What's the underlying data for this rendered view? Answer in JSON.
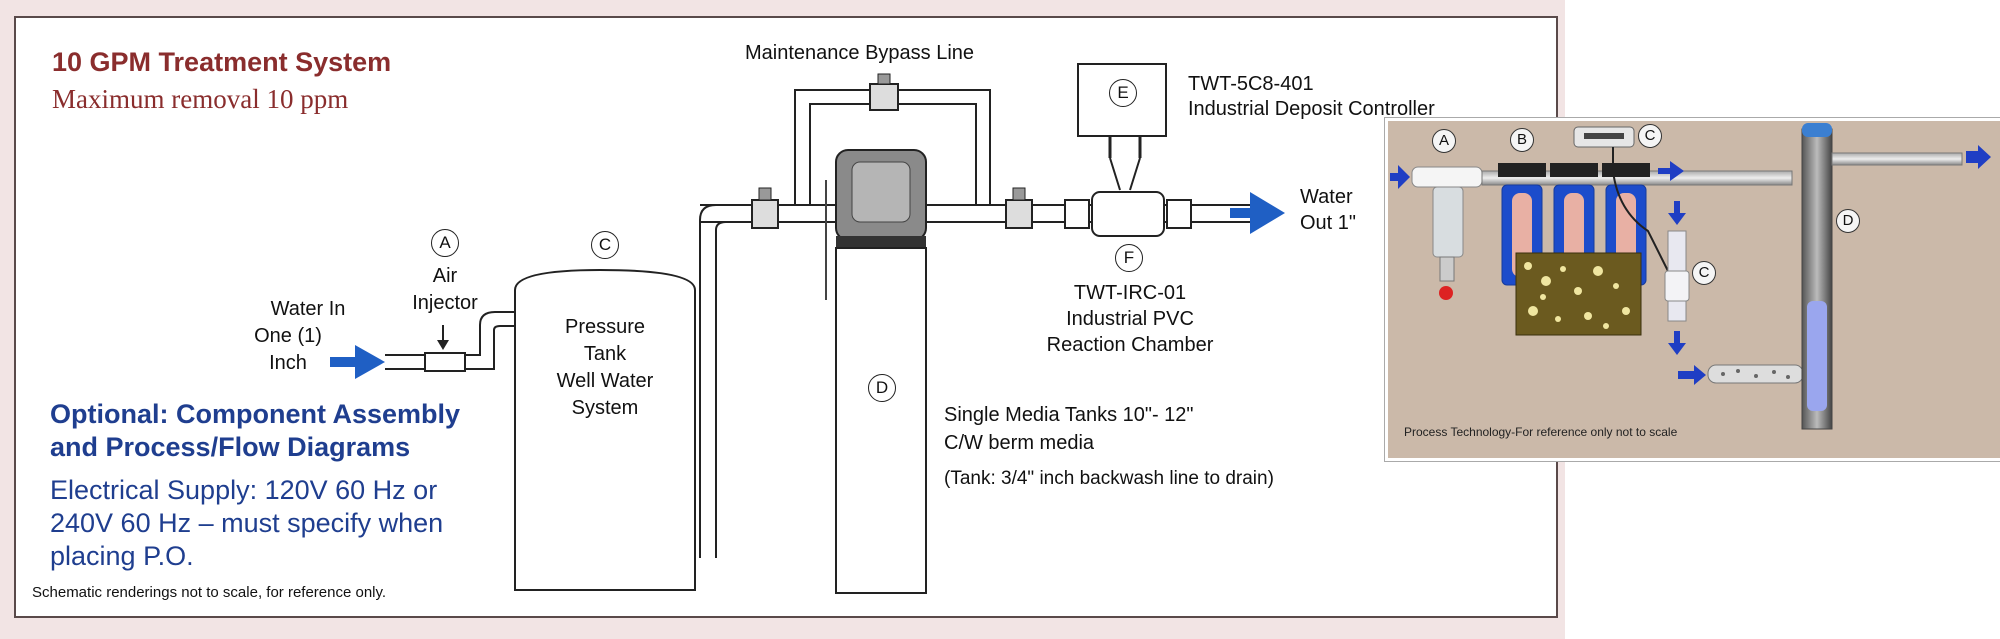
{
  "header": {
    "title": "10 GPM Treatment System",
    "subtitle": "Maximum removal 10 ppm"
  },
  "labels": {
    "bypass": "Maintenance Bypass Line",
    "controller_model": "TWT-5C8-401",
    "controller_name": "Industrial Deposit Controller",
    "water_out_1": "Water",
    "water_out_2": "Out 1\"",
    "chamber_model": "TWT-IRC-01",
    "chamber_name_1": "Industrial PVC",
    "chamber_name_2": "Reaction Chamber",
    "water_in_1": "Water In",
    "water_in_2": "One (1)",
    "water_in_3": "Inch",
    "injector_1": "Air",
    "injector_2": "Injector",
    "tank_1": "Pressure",
    "tank_2": "Tank",
    "tank_3": "Well Water",
    "tank_4": "System",
    "media_1": "Single Media Tanks 10\"- 12\"",
    "media_2": "C/W berm media",
    "media_3": "(Tank: 3/4\" inch backwash line to drain)"
  },
  "callouts": {
    "a": "A",
    "b": "B",
    "c": "C",
    "d": "D",
    "e": "E",
    "f": "F"
  },
  "optional": {
    "heading": "Optional: Component Assembly and Process/Flow Diagrams",
    "electrical": "Electrical Supply: 120V 60 Hz or 240V 60 Hz – must specify when placing P.O."
  },
  "footnote": "Schematic renderings not to scale, for reference only.",
  "inset": {
    "note": "Process Technology-For reference only not to scale"
  },
  "colors": {
    "title": "#8a2d2d",
    "optional_text": "#1f3e8f",
    "flow_arrow": "#1f5fc4",
    "inset_background": "#cbb9a9"
  }
}
